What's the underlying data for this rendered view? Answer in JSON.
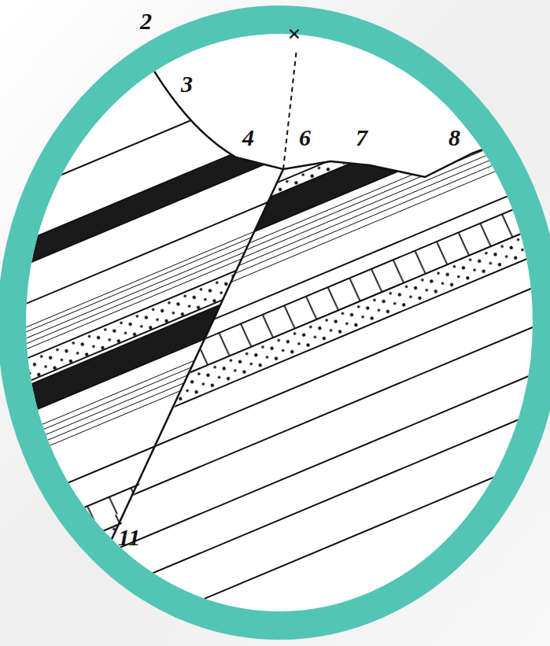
{
  "diagram": {
    "labels": [
      "2",
      "3",
      "4",
      "×",
      "6",
      "7",
      "8",
      "11"
    ]
  }
}
